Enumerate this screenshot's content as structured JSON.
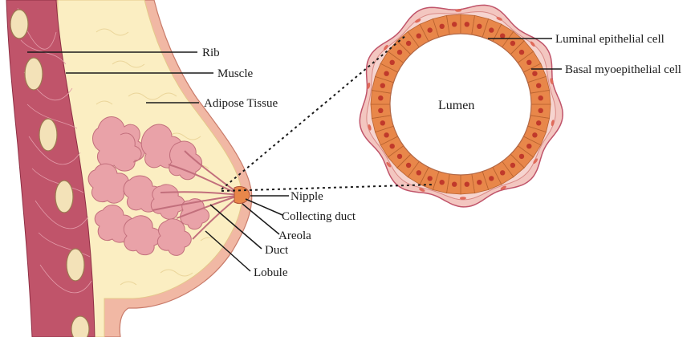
{
  "labels": {
    "rib": "Rib",
    "muscle": "Muscle",
    "adipose": "Adipose Tissue",
    "nipple": "Nipple",
    "collecting_duct": "Collecting duct",
    "areola": "Areola",
    "duct": "Duct",
    "lobule": "Lobule",
    "luminal": "Luminal epithelial cell",
    "basal": "Basal myoepithelial cell",
    "lumen": "Lumen"
  },
  "colors": {
    "skin": "#f1b8a4",
    "skin_outline": "#c97b6a",
    "muscle": "#c0546a",
    "muscle_fiber": "#e39aa8",
    "rib": "#f3e2b8",
    "rib_outline": "#9c7a52",
    "adipose": "#fbeec2",
    "lobule": "#e9a2a8",
    "lobule_outline": "#c26f7c",
    "epithelial": "#e8874a",
    "nucleus": "#c0392b",
    "basal_ring": "#f3c6c0",
    "outer_ring": "#c0546a",
    "leader": "#1a1a1a"
  }
}
